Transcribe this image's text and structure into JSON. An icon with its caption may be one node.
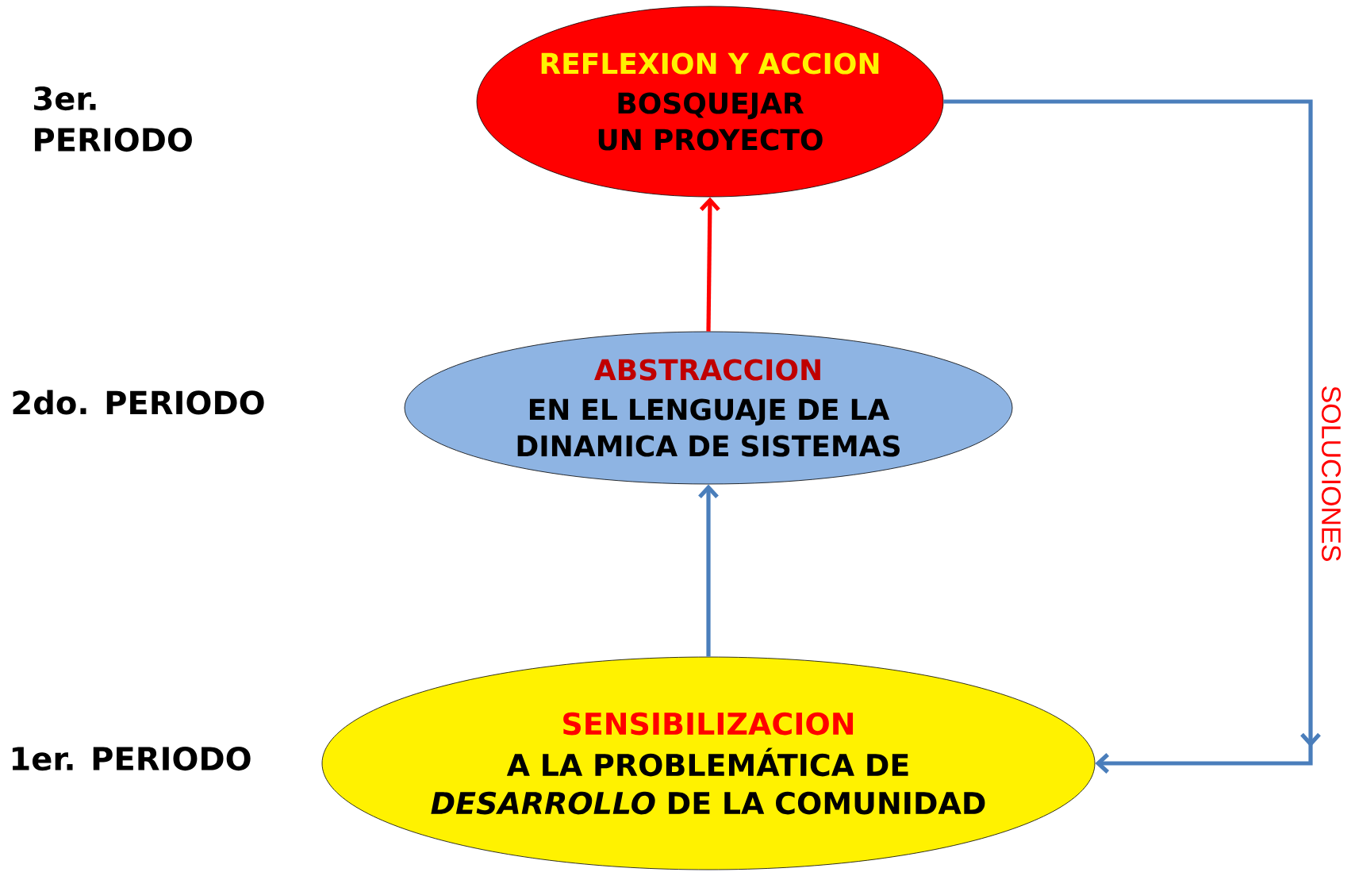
{
  "diagram": {
    "nodes": [
      {
        "text": [
          "REFLEXION Y ACCION",
          "BOSQUEJAR UN PROYECTO"
        ]
      },
      {
        "text": [
          "ABSTRACCION",
          "EN EL LENGUAJE DE LA DINAMICA DE SISTEMAS"
        ]
      },
      {
        "text": [
          "SENSIBILIZACION",
          "A LA PROBLEMÁTICA DE *DESARROLLO* DE LA COMUNIDAD"
        ]
      }
    ],
    "edges": [
      {
        "from": 1,
        "to": 0,
        "arrow": "to",
        "color": "#ff0000"
      },
      {
        "from": 2,
        "to": 1,
        "arrow": "to"
      },
      {
        "from": 0,
        "to": 2,
        "arrow": "to",
        "label": "SOLUCIONES"
      }
    ],
    "labels": [
      "3er. PERIODO",
      "2do. PERIODO",
      "1er. PERIODO"
    ]
  }
}
